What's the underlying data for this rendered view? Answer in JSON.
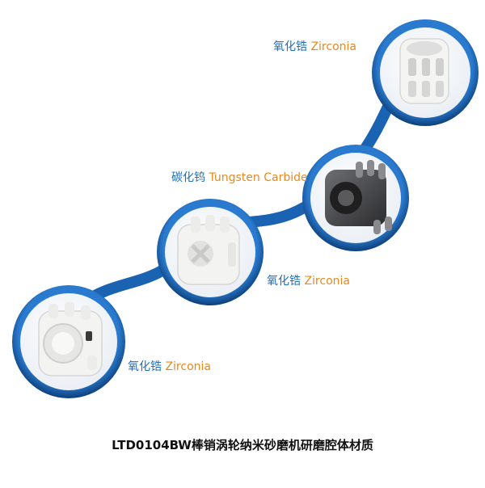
{
  "labels": {
    "top": {
      "cn": "氧化锆",
      "en": "Zirconia"
    },
    "second": {
      "cn": "碳化钨",
      "en": "Tungsten Carbide"
    },
    "third": {
      "cn": "氧化锆",
      "en": "Zirconia"
    },
    "bottom": {
      "cn": "氧化锆",
      "en": "Zirconia"
    }
  },
  "caption": "LTD0104BW棒销涡轮纳米砂磨机研磨腔体材质",
  "colors": {
    "ring_blue": "#1a63b3",
    "ring_dark": "#0d3f7a",
    "label_blue": "#1f6fb8",
    "label_orange": "#e8891e",
    "ceramic_white": "#f4f4f2",
    "carbide_dark": "#3c3c3e"
  }
}
